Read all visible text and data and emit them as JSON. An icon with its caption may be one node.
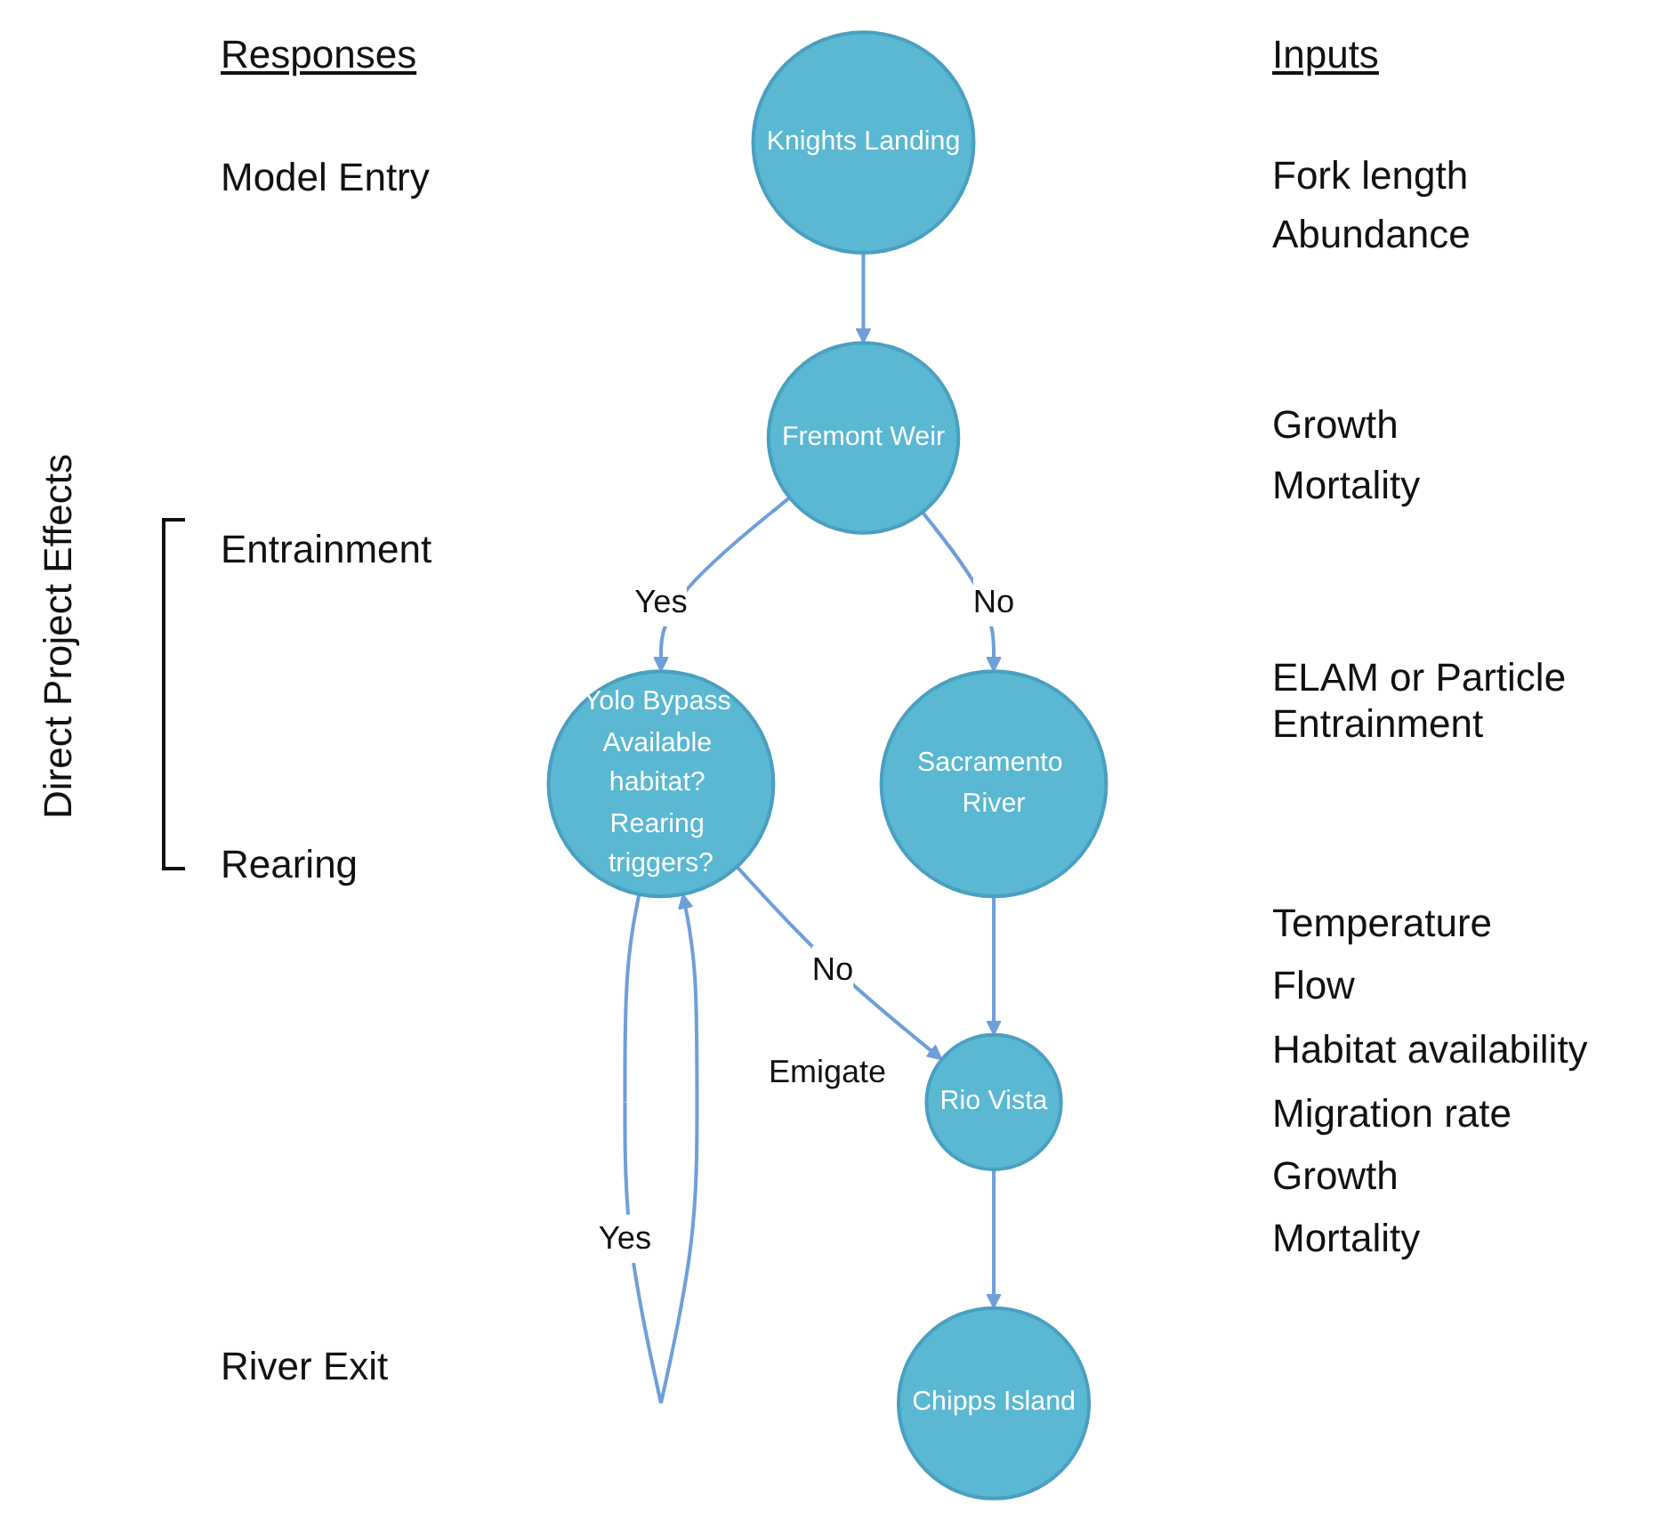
{
  "diagram": {
    "nodes": [
      {
        "text": [
          "Knights Landing"
        ]
      },
      {
        "text": [
          "Fremont Weir"
        ]
      },
      {
        "text": [
          "Yolo Bypass Available habitat? Rearing triggers?"
        ]
      },
      {
        "text": [
          "Sacramento River"
        ]
      },
      {
        "text": [
          "Rio Vista"
        ]
      },
      {
        "text": [
          "Chipps Island"
        ]
      }
    ],
    "edges": [
      {
        "from": 0,
        "to": 1,
        "arrow": "to"
      },
      {
        "from": 1,
        "to": 2,
        "arrow": "to",
        "label": "Yes"
      },
      {
        "from": 1,
        "to": 3,
        "arrow": "to",
        "label": "No"
      },
      {
        "from": 2,
        "to": 2,
        "arrow": "to",
        "label": "Yes"
      },
      {
        "from": 2,
        "to": 4,
        "arrow": "to",
        "label": "No"
      },
      {
        "from": 3,
        "to": 4,
        "arrow": "to"
      },
      {
        "from": 4,
        "to": 5,
        "arrow": "to"
      }
    ],
    "labels": [
      "Responses",
      "Inputs",
      "Model Entry",
      "Fork length",
      "Abundance",
      "Growth",
      "Mortality",
      "Direct Project Effects",
      "Entrainment",
      "ELAM or Particle Entrainment",
      "Rearing",
      "Temperature",
      "Flow",
      "Habitat availability",
      "Migration rate",
      "Growth",
      "Mortality",
      "River Exit",
      "Emigate"
    ]
  }
}
